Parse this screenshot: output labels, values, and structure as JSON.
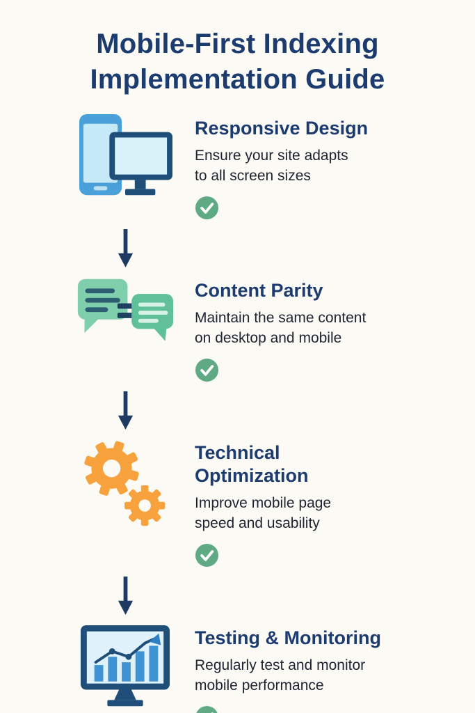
{
  "infographic": {
    "title": "Mobile-First Indexing\nImplementation Guide"
  },
  "steps": [
    {
      "title": "Responsive Design",
      "description": "Ensure your site adapts\nto all screen sizes",
      "icon": "responsive-devices-icon",
      "status_icon": "check-icon"
    },
    {
      "title": "Content Parity",
      "description": "Maintain the same content\non desktop and mobile",
      "icon": "chat-bubbles-icon",
      "status_icon": "check-icon"
    },
    {
      "title": "Technical\nOptimization",
      "description": "Improve mobile page\nspeed and usability",
      "icon": "gears-icon",
      "status_icon": "check-icon"
    },
    {
      "title": "Testing & Monitoring",
      "description": "Regularly test and monitor\nmobile performance",
      "icon": "monitor-chart-icon",
      "status_icon": "check-icon"
    }
  ],
  "colors": {
    "background": "#fcfaf5",
    "heading_navy": "#1c3b6e",
    "body_text": "#1d2330",
    "arrow_navy": "#1e3a63",
    "check_green": "#5fa985",
    "icon_blue": "#4aa0d8",
    "icon_dark_blue": "#1f4e79",
    "icon_teal_light": "#7fceac",
    "icon_teal_dark": "#5fc09a",
    "icon_orange": "#f7a23c",
    "screen_light_blue": "#d9f1f8"
  }
}
